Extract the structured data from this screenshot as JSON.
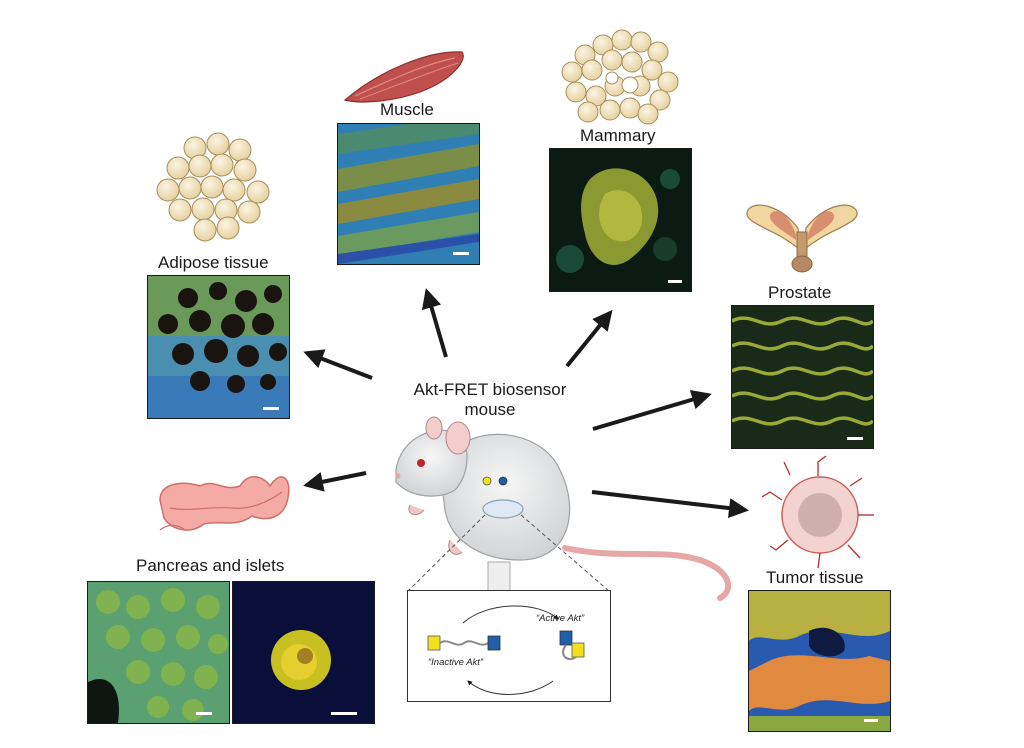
{
  "center": {
    "line1": "Akt-FRET biosensor",
    "line2": "mouse"
  },
  "tissues": {
    "muscle": "Muscle",
    "mammary": "Mammary",
    "adipose": "Adipose tissue",
    "prostate": "Prostate",
    "pancreas": "Pancreas and islets",
    "tumor": "Tumor tissue"
  },
  "inset": {
    "active": "“Active Akt”",
    "inactive": "“Inactive Akt”"
  },
  "colors": {
    "arrow": "#1a1a1a",
    "mouse_body": "#e9eaea",
    "tail": "#e6a8a4",
    "muscle_icon": "#c0504d",
    "fat_cell": "#f1e3c0",
    "pancreas_icon": "#f2a7a1",
    "sensor_yellow": "#f5e020",
    "sensor_blue": "#1f5fa8"
  }
}
